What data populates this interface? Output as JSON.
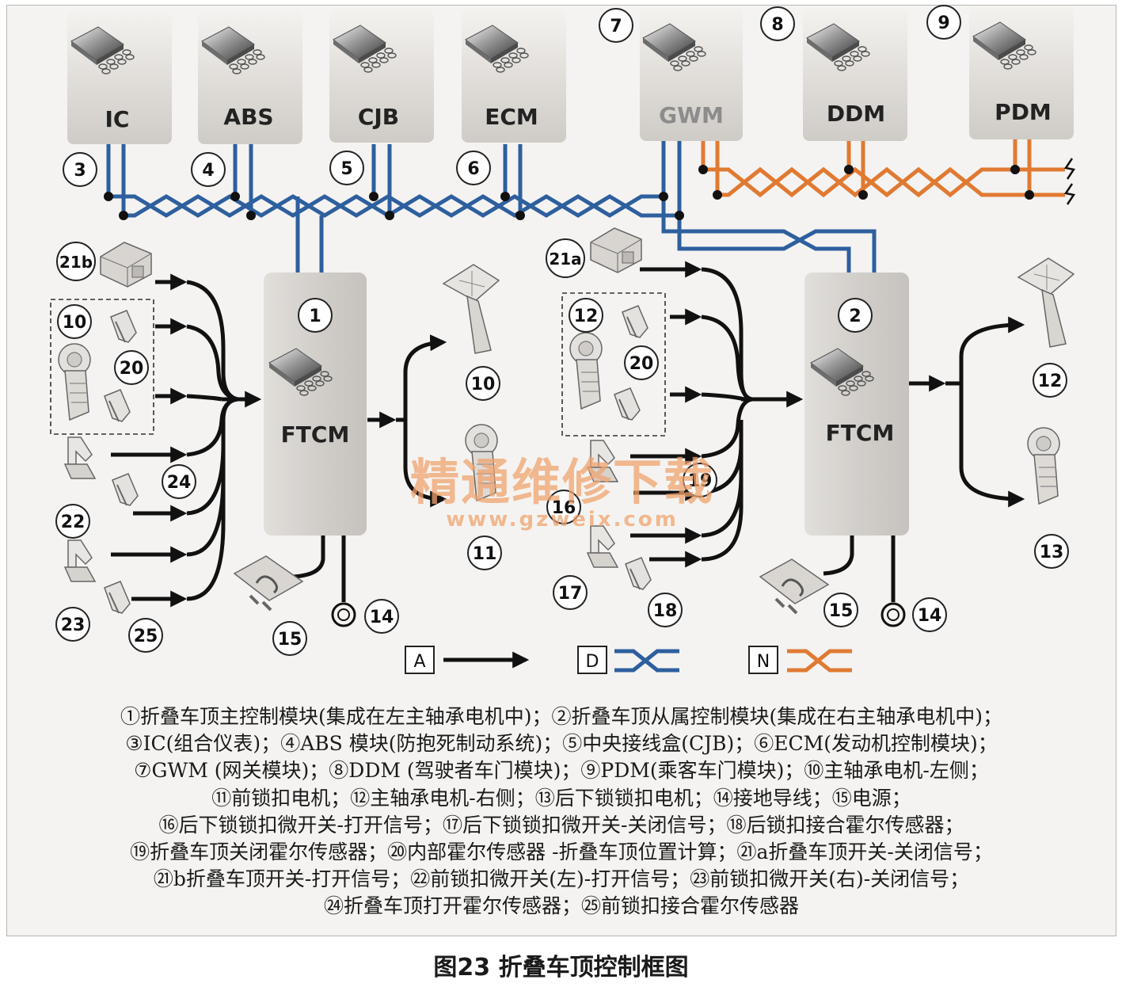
{
  "colors": {
    "can_bus": "#2e5f9e",
    "orange_bus": "#e07a32",
    "arrow": "#111111",
    "module_box": "#dcd9d5",
    "watermark": "#f0a36e"
  },
  "modules_top": [
    {
      "label": "IC"
    },
    {
      "label": "ABS"
    },
    {
      "label": "CJB"
    },
    {
      "label": "ECM"
    },
    {
      "label": "GWM",
      "num": "7"
    },
    {
      "label": "DDM",
      "num": "8"
    },
    {
      "label": "PDM",
      "num": "9"
    }
  ],
  "bus_numbers": [
    "3",
    "4",
    "5",
    "6"
  ],
  "ftcm": [
    {
      "label": "FTCM",
      "num": "1"
    },
    {
      "label": "FTCM",
      "num": "2"
    }
  ],
  "numbers_left": {
    "n21b": "21b",
    "n10": "10",
    "n20": "20",
    "n24": "24",
    "n22": "22",
    "n23": "23",
    "n25": "25",
    "n15": "15",
    "n14": "14",
    "n10out": "10",
    "n11": "11"
  },
  "numbers_right": {
    "n21a": "21a",
    "n12": "12",
    "n20": "20",
    "n19": "19",
    "n16": "16",
    "n17": "17",
    "n18": "18",
    "n15": "15",
    "n14": "14",
    "n12out": "12",
    "n13": "13"
  },
  "legend_keys": [
    {
      "key": "A",
      "type": "arrow"
    },
    {
      "key": "D",
      "type": "blue-bus"
    },
    {
      "key": "N",
      "type": "orange-bus"
    }
  ],
  "watermark": {
    "title": "精通维修下载",
    "url": "www.gzweix.com"
  },
  "legend_lines": [
    "①折叠车顶主控制模块(集成在左主轴承电机中)；②折叠车顶从属控制模块(集成在右主轴承电机中)；",
    "③IC(组合仪表)；④ABS 模块(防抱死制动系统)；⑤中央接线盒(CJB)；⑥ECM(发动机控制模块)；",
    "⑦GWM (网关模块)；⑧DDM (驾驶者车门模块)；⑨PDM(乘客车门模块)；⑩主轴承电机-左侧；",
    "⑪前锁扣电机；⑫主轴承电机-右侧；⑬后下锁锁扣电机；⑭接地导线；⑮电源；",
    "⑯后下锁锁扣微开关-打开信号；⑰后下锁锁扣微开关-关闭信号；⑱后锁扣接合霍尔传感器；",
    "⑲折叠车顶关闭霍尔传感器；⑳内部霍尔传感器 -折叠车顶位置计算；㉑a折叠车顶开关-关闭信号；",
    "㉑b折叠车顶开关-打开信号；㉒前锁扣微开关(左)-打开信号；㉓前锁扣微开关(右)-关闭信号；",
    "㉔折叠车顶打开霍尔传感器；㉕前锁扣接合霍尔传感器"
  ],
  "caption": "图23 折叠车顶控制框图"
}
